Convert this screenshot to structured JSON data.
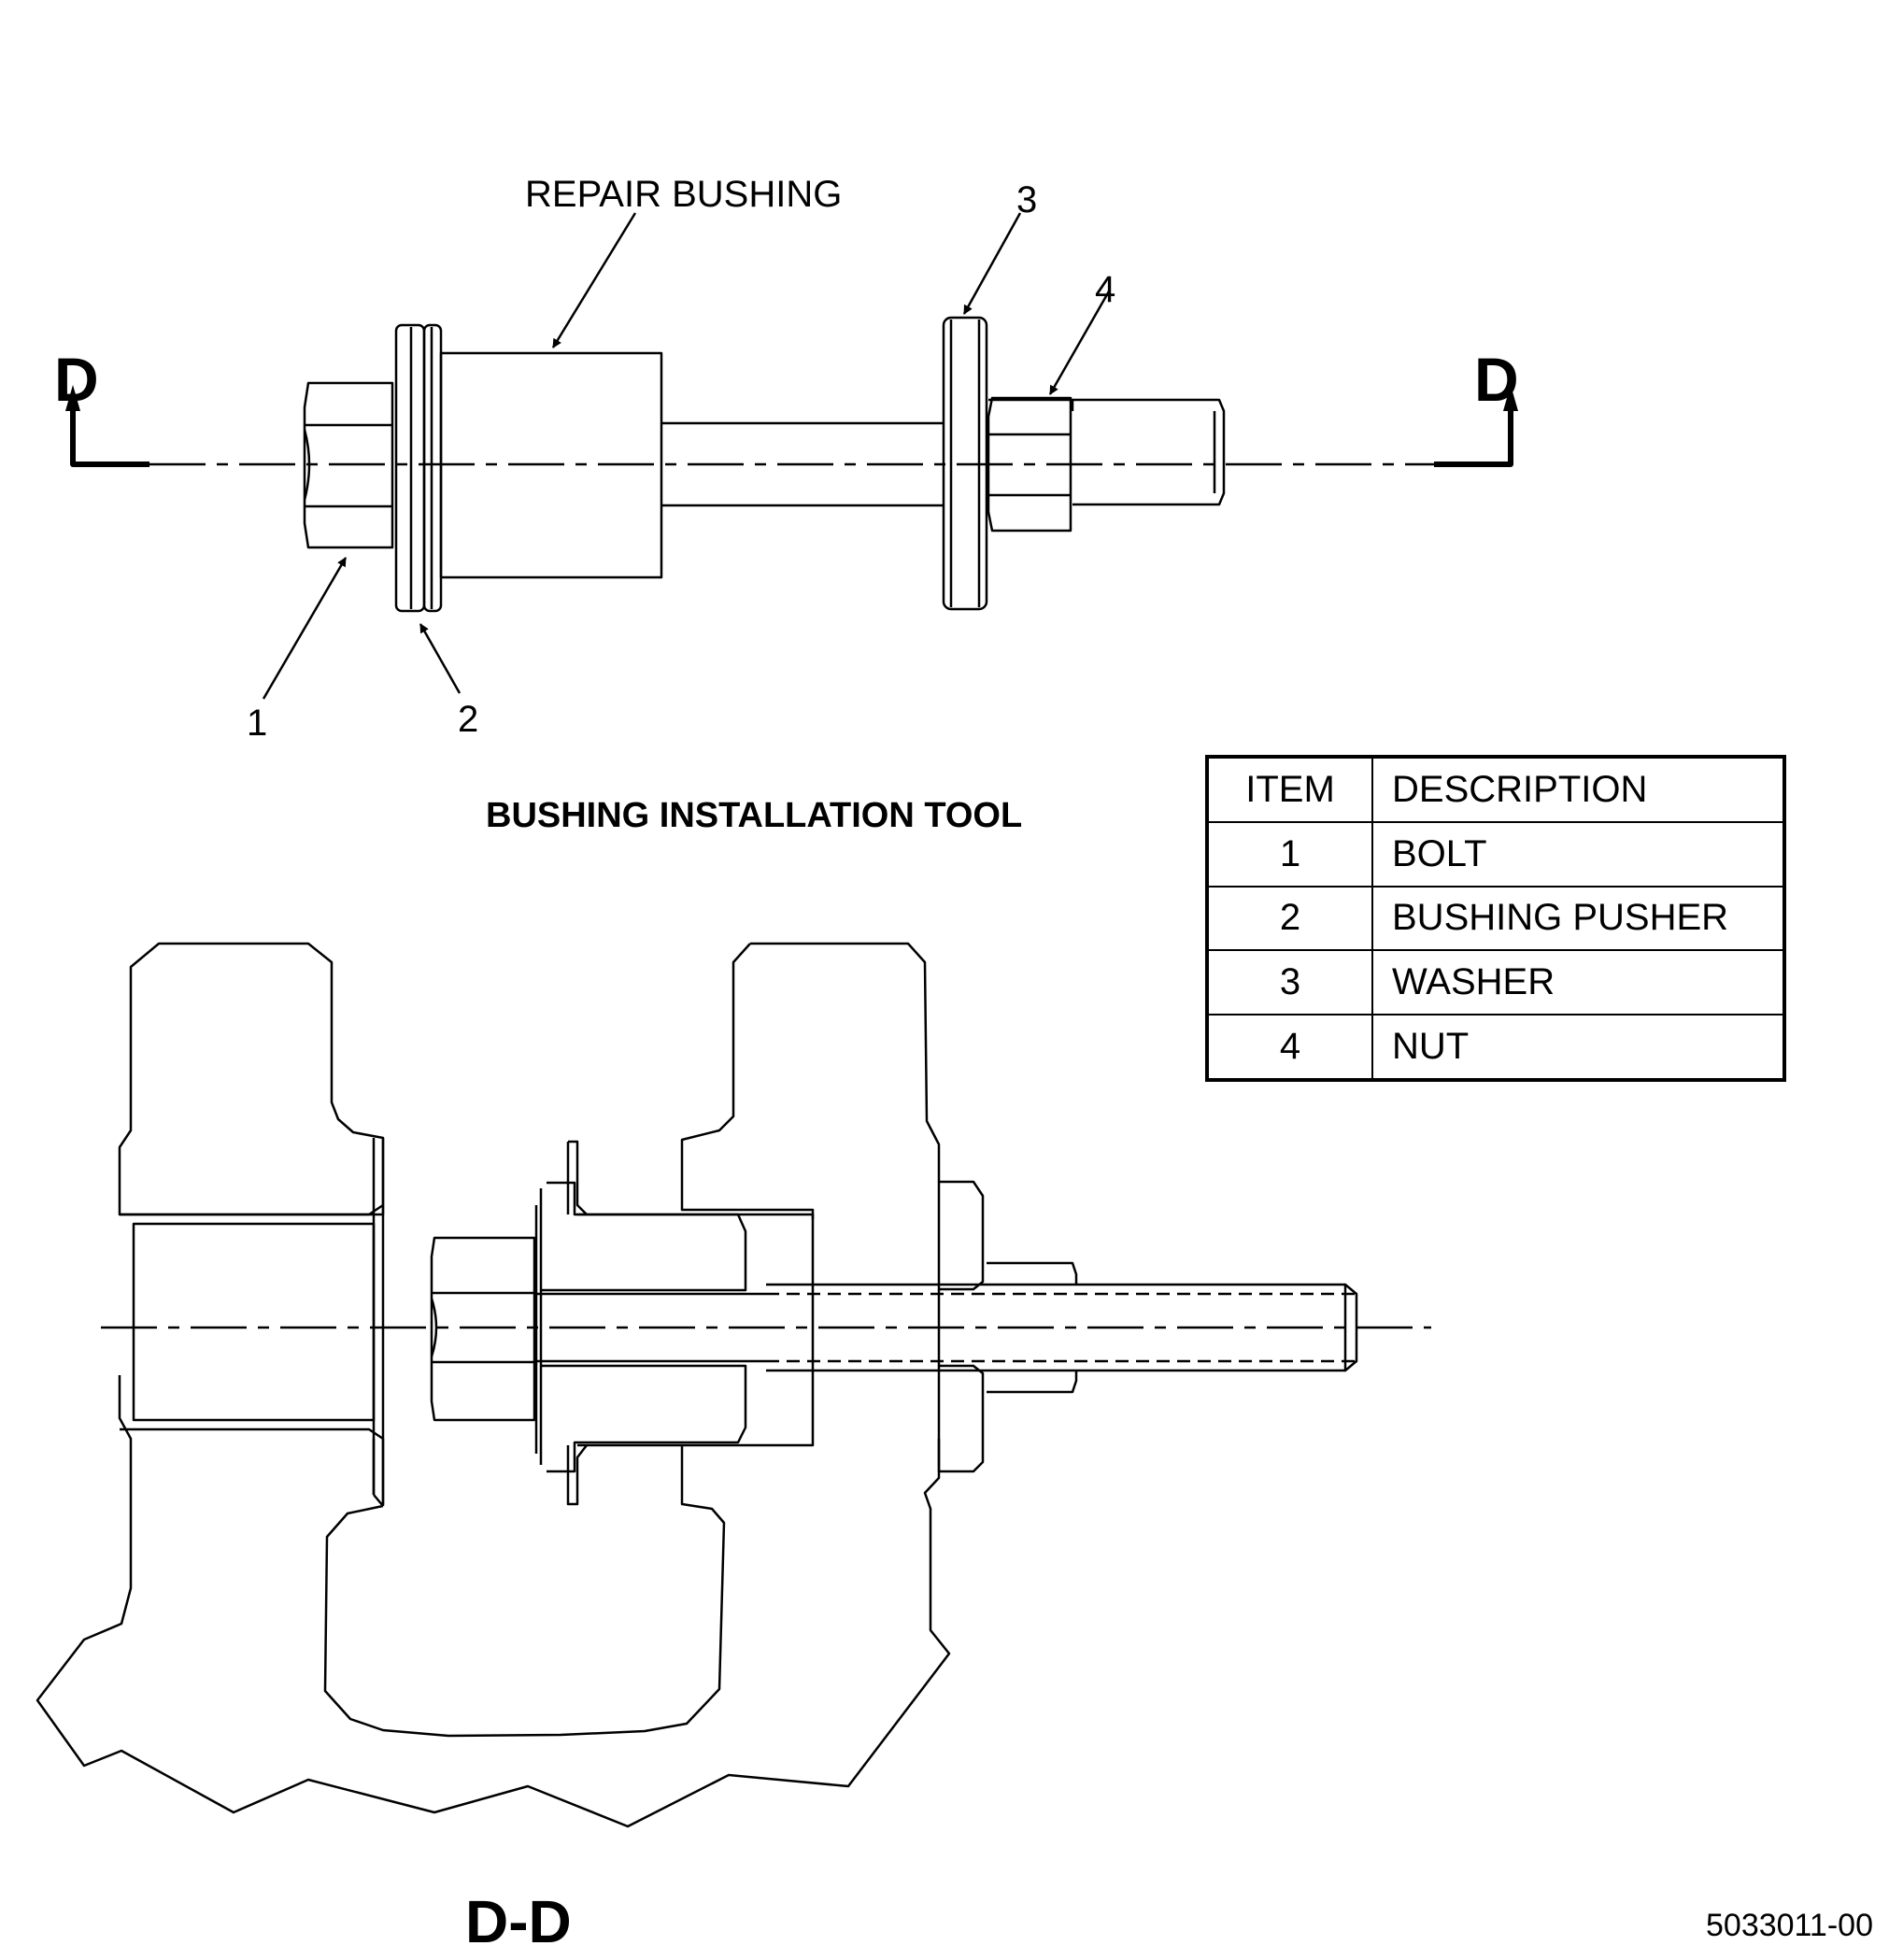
{
  "labels": {
    "repair_bushing": "REPAIR BUSHING",
    "callout_1": "1",
    "callout_2": "2",
    "callout_3": "3",
    "callout_4": "4",
    "section_left": "D",
    "section_right": "D",
    "tool_title": "BUSHING INSTALLATION TOOL",
    "section_title": "D-D",
    "drawing_number": "5033011-00"
  },
  "parts_table": {
    "header": {
      "item": "ITEM",
      "description": "DESCRIPTION"
    },
    "rows": [
      {
        "item": "1",
        "description": "BOLT"
      },
      {
        "item": "2",
        "description": "BUSHING PUSHER"
      },
      {
        "item": "3",
        "description": "WASHER"
      },
      {
        "item": "4",
        "description": "NUT"
      }
    ]
  }
}
